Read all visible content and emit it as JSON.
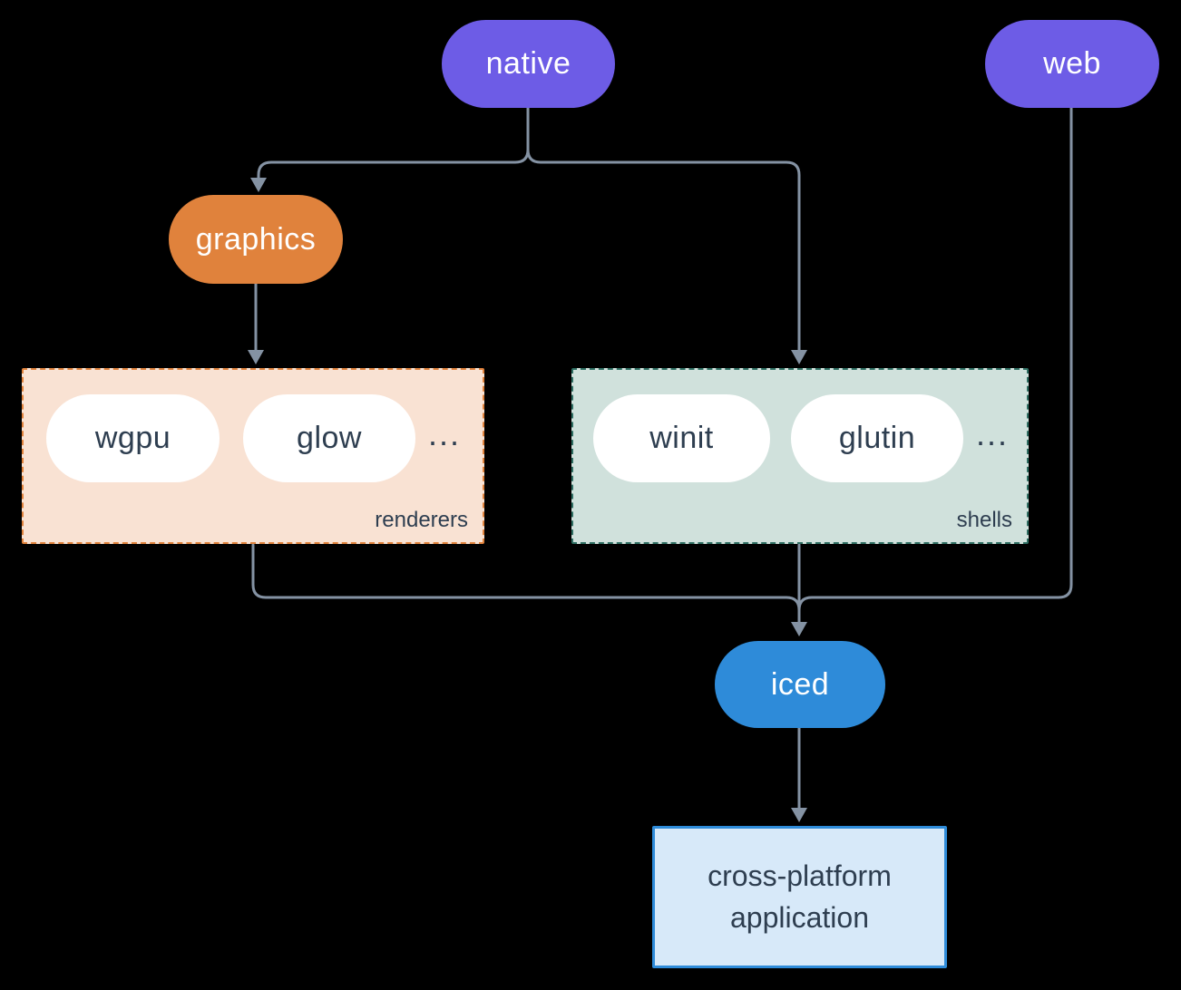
{
  "nodes": {
    "native": {
      "label": "native"
    },
    "web": {
      "label": "web"
    },
    "graphics": {
      "label": "graphics"
    },
    "iced": {
      "label": "iced"
    },
    "application": {
      "line1": "cross-platform",
      "line2": "application"
    }
  },
  "groups": {
    "renderers": {
      "label": "renderers",
      "pills": [
        "wgpu",
        "glow"
      ],
      "ellipsis": "..."
    },
    "shells": {
      "label": "shells",
      "pills": [
        "winit",
        "glutin"
      ],
      "ellipsis": "..."
    }
  },
  "edges": [
    {
      "from": "native",
      "to": "graphics"
    },
    {
      "from": "native",
      "to": "shells"
    },
    {
      "from": "graphics",
      "to": "renderers"
    },
    {
      "from": "renderers",
      "to": "iced"
    },
    {
      "from": "shells",
      "to": "iced"
    },
    {
      "from": "web",
      "to": "iced"
    },
    {
      "from": "iced",
      "to": "application"
    }
  ],
  "colors": {
    "background": "#000000",
    "connector": "#8492a3",
    "node_purple": "#6d5ce6",
    "node_orange": "#e0823c",
    "node_blue": "#2e8bd9",
    "pill_white": "#ffffff",
    "renderers_bg": "#f9e2d3",
    "renderers_border": "#e0823c",
    "shells_bg": "#d0e1dc",
    "shells_border": "#2f6f63",
    "application_bg": "#d7e9f9",
    "application_border": "#2e8bd9",
    "dark_text": "#2e3e50",
    "light_text": "#ffffff"
  }
}
